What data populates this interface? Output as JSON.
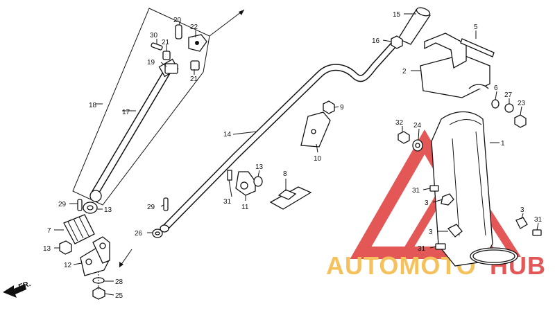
{
  "watermark": {
    "text_left": "AUTOMOTO",
    "text_right": "HUB",
    "color_red": "#e03a3a",
    "color_orange": "#f4b740"
  },
  "direction": {
    "label": "FR."
  },
  "callouts": {
    "c1": "1",
    "c2": "2",
    "c3a": "3",
    "c3b": "3",
    "c3c": "3",
    "c5": "5",
    "c6": "6",
    "c7": "7",
    "c8": "8",
    "c9": "9",
    "c10": "10",
    "c11": "11",
    "c12": "12",
    "c13a": "13",
    "c13b": "13",
    "c13c": "13",
    "c14": "14",
    "c15": "15",
    "c16": "16",
    "c17": "17",
    "c18": "18",
    "c19": "19",
    "c20": "20",
    "c21a": "21",
    "c21b": "21",
    "c22": "22",
    "c23": "23",
    "c24": "24",
    "c25": "25",
    "c26": "26",
    "c27": "27",
    "c28": "28",
    "c29a": "29",
    "c29b": "29",
    "c30": "30",
    "c31a": "31",
    "c31b": "31",
    "c31c": "31",
    "c31d": "31",
    "c32": "32"
  }
}
